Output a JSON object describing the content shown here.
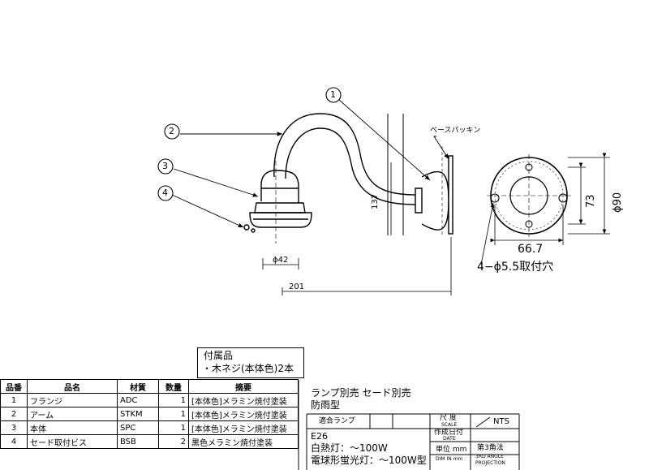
{
  "callouts": [
    "1",
    "2",
    "3",
    "4"
  ],
  "labels": {
    "base_packing": "ベースパッキン",
    "dim_height": "137",
    "dim_shade_dia": "ϕ42",
    "dim_length": "201",
    "dim_flange_dia": "ϕ90",
    "dim_hole_pitch_v": "73",
    "dim_hole_pitch_h": "66.7",
    "mount_holes": "4−ϕ5.5取付穴"
  },
  "accessories": {
    "title": "付属品",
    "item": "・木ネジ(本体色)2本"
  },
  "parts_table": {
    "headers": [
      "品番",
      "品名",
      "材質",
      "数量",
      "摘要"
    ],
    "rows": [
      [
        "1",
        "フランジ",
        "ADC",
        "1",
        "[本体色]メラミン焼付塗装"
      ],
      [
        "2",
        "アーム",
        "STKM",
        "1",
        "[本体色]メラミン焼付塗装"
      ],
      [
        "3",
        "本体",
        "SPC",
        "1",
        "[本体色]メラミン焼付塗装"
      ],
      [
        "4",
        "セード取付ビス",
        "BSB",
        "2",
        "黒色メラミン焼付塗装"
      ]
    ]
  },
  "notes": {
    "line1": "ランプ別売 セード別売",
    "line2": "防雨型"
  },
  "spec_block": {
    "lamp_header": "適合ランプ",
    "scale_jp": "尺 度",
    "scale_en": "SCALE",
    "scale_value": "NTS",
    "date_jp": "作成日付",
    "date_en": "DATE",
    "socket": "E26",
    "lamp1": "白熱灯：〜100W",
    "lamp2": "電球形蛍光灯：〜100W型",
    "unit_jp": "単位 mm",
    "unit_en": "DIM IN mm",
    "proj_jp": "第3角法",
    "proj_en1": "3RD ANGLE",
    "proj_en2": "PROJECTION"
  }
}
